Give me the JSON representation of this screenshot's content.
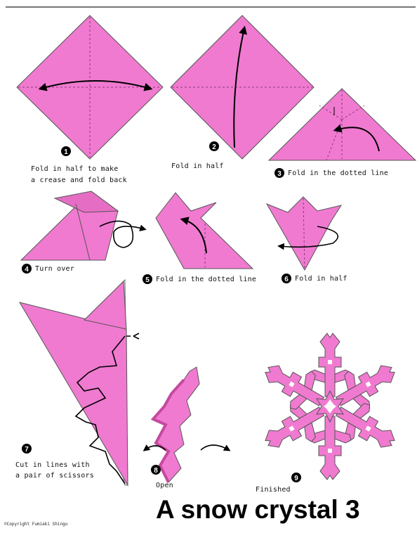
{
  "title": "A snow crystal 3",
  "copyright": "©Copyright Fumiaki Shingu",
  "colors": {
    "paper": "#f07ad0",
    "paper_dark": "#d863b6",
    "outline": "#555555",
    "ink": "#000000"
  },
  "steps": [
    {
      "number": "1",
      "line1": "Fold in half to make",
      "line2": "a crease and fold back"
    },
    {
      "number": "2",
      "line1": "Fold in half"
    },
    {
      "number": "3",
      "line1": "Fold in the dotted line"
    },
    {
      "number": "4",
      "line1": "Turn over"
    },
    {
      "number": "5",
      "line1": "Fold in the dotted line"
    },
    {
      "number": "6",
      "line1": "Fold in half"
    },
    {
      "number": "7",
      "line1": "Cut in lines with",
      "line2": "a pair of scissors"
    },
    {
      "number": "8",
      "line1": "Open"
    },
    {
      "number": "9",
      "line1": "Finished"
    }
  ]
}
